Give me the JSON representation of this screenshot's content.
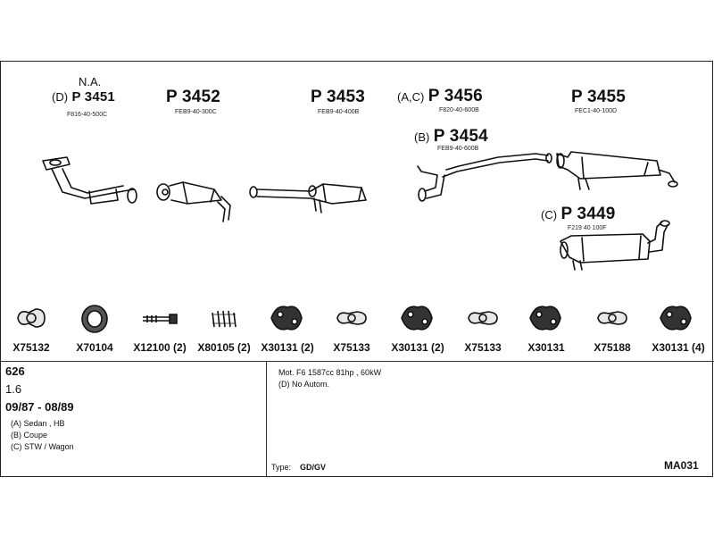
{
  "parts": [
    {
      "id": "p3451",
      "prefix": "(D)",
      "code": "P 3451",
      "ref": "F816-40-500C",
      "note": "N.A."
    },
    {
      "id": "p3452",
      "prefix": "",
      "code": "P 3452",
      "ref": "FEB9-40-300C"
    },
    {
      "id": "p3453",
      "prefix": "",
      "code": "P 3453",
      "ref": "FEB9-40-400B"
    },
    {
      "id": "p3456",
      "prefix": "(A,C)",
      "code": "P 3456",
      "ref": "F820-40-600B"
    },
    {
      "id": "p3454",
      "prefix": "(B)",
      "code": "P 3454",
      "ref": "FEB9-40-600B"
    },
    {
      "id": "p3455",
      "prefix": "",
      "code": "P 3455",
      "ref": "FEC1-40-100D"
    },
    {
      "id": "p3449",
      "prefix": "(C)",
      "code": "P 3449",
      "ref": "F219 40 100F"
    }
  ],
  "accessories": [
    {
      "icon": "gasket-icon",
      "label": "X75132"
    },
    {
      "icon": "ring-gasket-icon",
      "label": "X70104"
    },
    {
      "icon": "bolt-icon",
      "label": "X12100 (2)"
    },
    {
      "icon": "spring-icon",
      "label": "X80105 (2)"
    },
    {
      "icon": "rubber-hanger-icon",
      "label": "X30131 (2)"
    },
    {
      "icon": "gasket-icon",
      "label": "X75133"
    },
    {
      "icon": "rubber-hanger-icon",
      "label": "X30131 (2)"
    },
    {
      "icon": "gasket-icon",
      "label": "X75133"
    },
    {
      "icon": "rubber-hanger-icon",
      "label": "X30131"
    },
    {
      "icon": "gasket-icon",
      "label": "X75188"
    },
    {
      "icon": "rubber-hanger-icon",
      "label": "X30131 (4)"
    }
  ],
  "vehicle": {
    "model": "626",
    "engine_size": "1.6",
    "years": "09/87 - 08/89",
    "variants": [
      "(A) Sedan , HB",
      "(B) Coupe",
      "(C) STW / Wagon"
    ]
  },
  "engine": {
    "mot": "Mot. F6 1587cc 81hp , 60kW",
    "note": "(D) No Autom.",
    "type_label": "Type:",
    "type_value": "GD/GV"
  },
  "catalog_code": "MA031"
}
